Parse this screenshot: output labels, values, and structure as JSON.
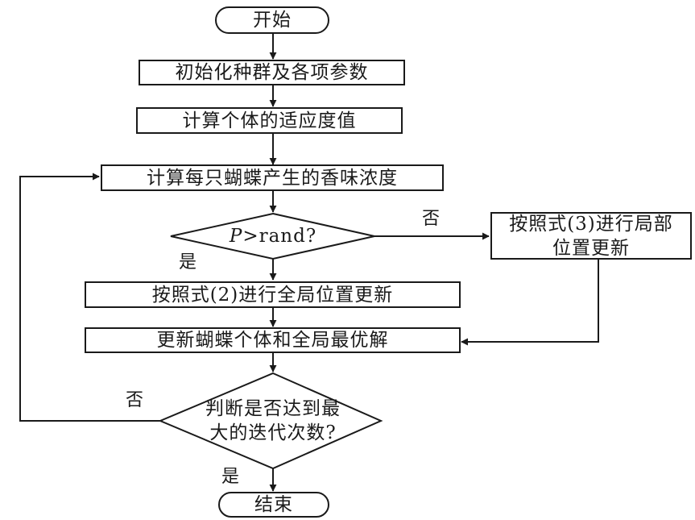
{
  "flowchart": {
    "start": "开始",
    "init": "初始化种群及各项参数",
    "fitness": "计算个体的适应度值",
    "fragrance": "计算每只蝴蝶产生的香味浓度",
    "decision1": {
      "var": "P",
      "rest": ">rand?"
    },
    "local_update": {
      "line1": "按照式(3)进行局部",
      "line2": "位置更新"
    },
    "global_update": "按照式(2)进行全局位置更新",
    "update_best": "更新蝴蝶个体和全局最优解",
    "decision2": {
      "line1": "判断是否达到最",
      "line2": "大的迭代次数?"
    },
    "end": "结束",
    "labels": {
      "yes": "是",
      "no": "否"
    }
  }
}
